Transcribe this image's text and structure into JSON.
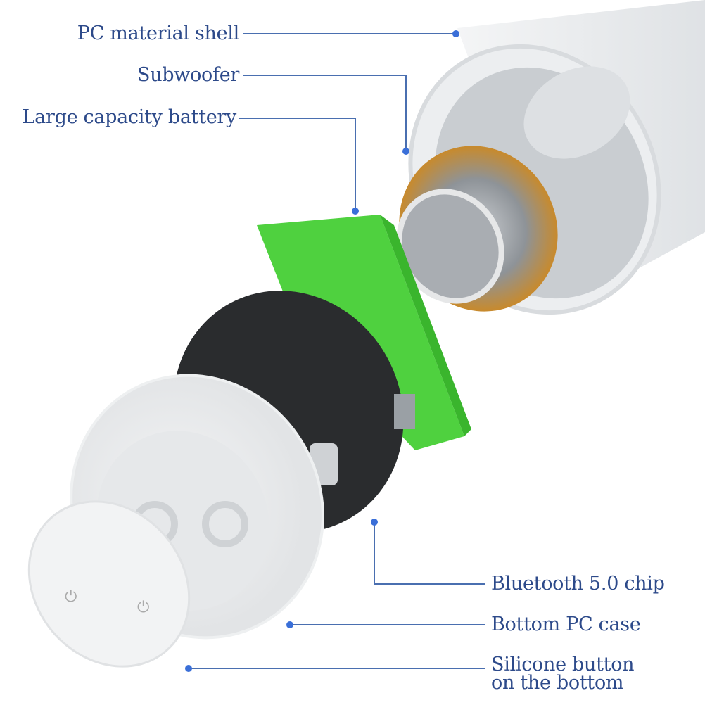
{
  "labels": {
    "shell": "PC material shell",
    "subwoofer": "Subwoofer",
    "battery": "Large capacity battery",
    "chip": "Bluetooth 5.0 chip",
    "case": "Bottom PC case",
    "button_line1": "Silicone button",
    "button_line2": "on the bottom"
  },
  "colors": {
    "text": "#2d4a8a",
    "leader": "#4a6fb0",
    "dot": "#3a6fd8",
    "battery": "#4fd13f",
    "pcb": "#2a2c2e"
  }
}
